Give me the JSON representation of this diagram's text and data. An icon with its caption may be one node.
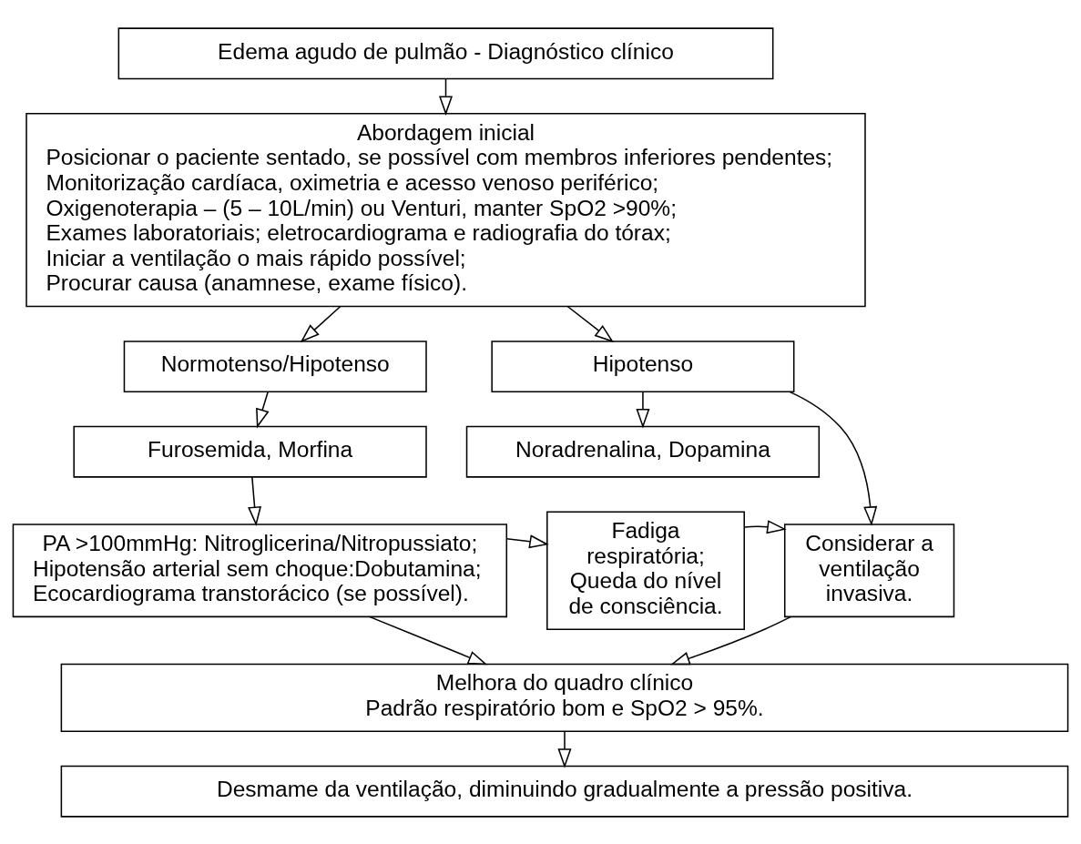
{
  "diagram": {
    "nodes": [
      {
        "text": [
          "Edema agudo de pulmão - Diagnóstico clínico"
        ]
      },
      {
        "text": [
          "Abordagem inicial",
          "Posicionar o paciente sentado, se possível com membros inferiores pendentes;",
          "Monitorização cardíaca, oximetria e acesso venoso periférico;",
          "Oxigenoterapia – (5 – 10L/min) ou Venturi, manter SpO2 >90%;",
          "Exames laboratoriais; eletrocardiograma e radiografia do tórax;",
          "Iniciar a ventilação o mais rápido possível;",
          "Procurar causa (anamnese, exame físico)."
        ]
      },
      {
        "text": [
          "Hipotenso"
        ]
      },
      {
        "text": [
          "Normotenso/Hipotenso"
        ]
      },
      {
        "text": [
          "Noradrenalina, Dopamina"
        ]
      },
      {
        "text": [
          "Furosemida, Morfina"
        ]
      },
      {
        "text": [
          "Considerar a ventilação invasiva."
        ]
      },
      {
        "text": [
          "Fadiga respiratória; Queda do nível de consciência."
        ]
      },
      {
        "text": [
          "PA >100mmHg: Nitroglicerina/Nitropussiato;",
          "Hipotensão arterial sem choque:Dobutamina;",
          "Ecocardiograma transtorácico (se possível)."
        ]
      },
      {
        "text": [
          "Melhora do quadro clínico",
          "Padrão respiratório bom e SpO2 > 95%."
        ]
      },
      {
        "text": [
          "Desmame da ventilação, diminuindo gradualmente a pressão positiva."
        ]
      }
    ],
    "edges": [
      {
        "from": 0,
        "to": 1,
        "arrow": "to"
      },
      {
        "from": 1,
        "to": 2,
        "arrow": "to"
      },
      {
        "from": 1,
        "to": 3,
        "arrow": "to"
      },
      {
        "from": 2,
        "to": 4,
        "arrow": "to"
      },
      {
        "from": 3,
        "to": 5,
        "arrow": "to"
      },
      {
        "from": 2,
        "to": 6,
        "arrow": "to"
      },
      {
        "from": 5,
        "to": 8,
        "arrow": "to"
      },
      {
        "from": 8,
        "to": 7,
        "arrow": "to"
      },
      {
        "from": 7,
        "to": 6,
        "arrow": "to"
      },
      {
        "from": 6,
        "to": 9,
        "arrow": "to"
      },
      {
        "from": 8,
        "to": 9,
        "arrow": "to"
      },
      {
        "from": 9,
        "to": 10,
        "arrow": "to"
      }
    ]
  }
}
